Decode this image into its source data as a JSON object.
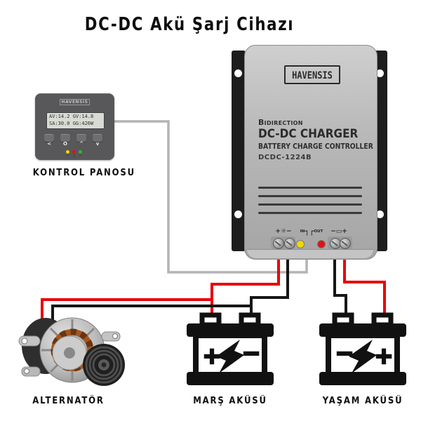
{
  "title": "DC-DC Akü Şarj Cihazı",
  "control_panel": {
    "label": "KONTROL PANOSU",
    "brand": "HAVENSIS",
    "lcd_line1": "AV:14.2 GV:14.8",
    "lcd_line2": "SA:30.0 GG:426W",
    "buttons": [
      "<",
      "O",
      "^",
      "v"
    ],
    "led_icons": [
      "⚡",
      "▯",
      "☼"
    ]
  },
  "charger": {
    "brand": "HAVENSIS",
    "tagline": "Bidirection",
    "product": "DC-DC CHARGER",
    "subtitle": "BATTERY CHARGE CONTROLLER",
    "model": "DCDC-1224B",
    "terminals": {
      "input_label": "+☼−",
      "in_label": "IN",
      "inout_symbol": "┐┌",
      "out_label": "OUT",
      "battery_label": "−▭+"
    }
  },
  "components": {
    "alternator": {
      "label": "ALTERNATÖR"
    },
    "starter_battery": {
      "label": "MARŞ AKÜSÜ",
      "left_sign": "+",
      "right_sign": "−"
    },
    "house_battery": {
      "label": "YAŞAM AKÜSÜ",
      "left_sign": "−",
      "right_sign": "+"
    }
  },
  "colors": {
    "wire_red": "#e8000b",
    "wire_black": "#161616",
    "wire_gray": "#b4b4b4",
    "led_yellow": "#f2d800",
    "led_red": "#e01313",
    "led_green": "#2db82d",
    "charger_body": "#b7b7b7",
    "panel_body": "#58585a"
  }
}
